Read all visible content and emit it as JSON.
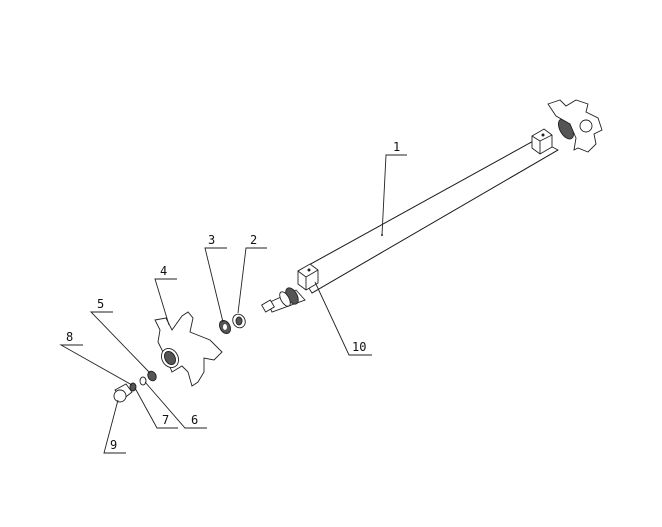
{
  "diagram": {
    "title": "Exploded view of axle assembly",
    "callouts": [
      {
        "id": "1",
        "label": "1"
      },
      {
        "id": "2",
        "label": "2"
      },
      {
        "id": "3",
        "label": "3"
      },
      {
        "id": "4",
        "label": "4"
      },
      {
        "id": "5",
        "label": "5"
      },
      {
        "id": "6",
        "label": "6"
      },
      {
        "id": "7",
        "label": "7"
      },
      {
        "id": "8",
        "label": "8"
      },
      {
        "id": "9",
        "label": "9"
      },
      {
        "id": "10",
        "label": "10"
      }
    ],
    "line_color": "#222222"
  }
}
